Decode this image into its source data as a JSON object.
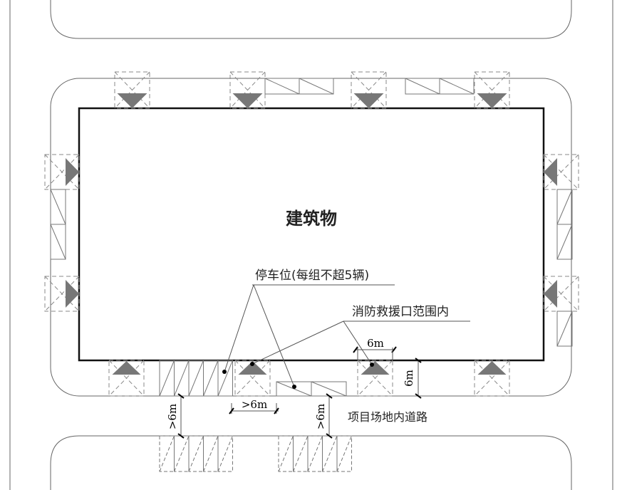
{
  "diagram": {
    "title": "建筑物",
    "labels": {
      "parking": "停车位(每组不超5辆)",
      "rescue_zone": "消防救援口范围内",
      "road": "项目场地内道路"
    },
    "dimensions": {
      "rescue_width": "6m",
      "road_depth": "6m",
      "gap_between": ">6m",
      "road_gap_left": ">6m",
      "road_gap_right": ">6m"
    },
    "colors": {
      "triangle_fill": "#777777",
      "line": "#555555",
      "building_outline": "#111111"
    }
  }
}
